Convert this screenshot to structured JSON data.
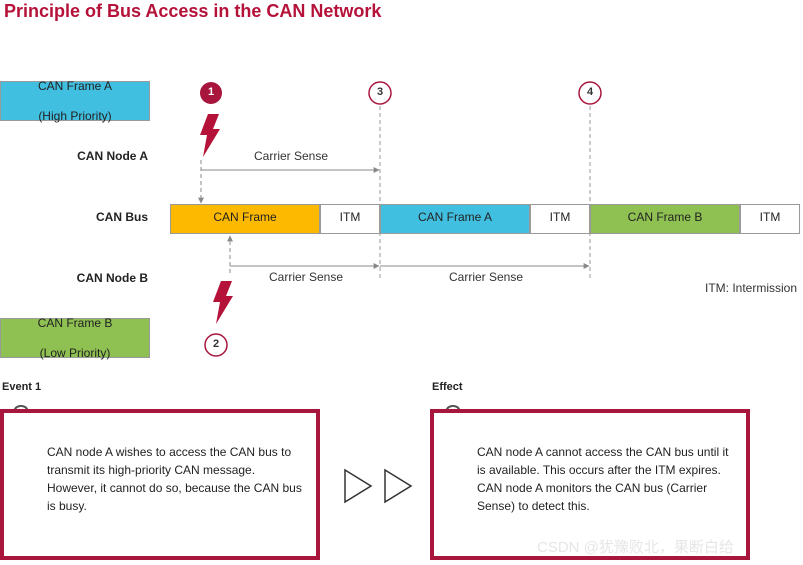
{
  "title": "Principle of Bus Access in the CAN Network",
  "frame_a": {
    "line1": "CAN Frame A",
    "line2": "(High Priority)"
  },
  "frame_b": {
    "line1": "CAN Frame B",
    "line2": "(Low Priority)"
  },
  "rows": {
    "node_a": "CAN Node A",
    "bus": "CAN Bus",
    "node_b": "CAN Node B"
  },
  "markers": {
    "m1": "1",
    "m2": "2",
    "m3": "3",
    "m4": "4"
  },
  "bus_segments": {
    "s1": "CAN Frame",
    "s2": "ITM",
    "s3": "CAN Frame A",
    "s4": "ITM",
    "s5": "CAN Frame B",
    "s6": "ITM"
  },
  "carrier_sense": {
    "node_a": "Carrier Sense",
    "node_b_1": "Carrier Sense",
    "node_b_2": "Carrier Sense"
  },
  "legend_itm": "ITM: Intermission",
  "event": {
    "label": "Event 1",
    "text": "CAN node A wishes to access the CAN bus to transmit its high-priority CAN message. However, it cannot do so, because the CAN bus is busy."
  },
  "effect": {
    "label": "Effect",
    "text": "CAN node A cannot access the CAN bus until it is available. This occurs after the ITM expires. CAN node A monitors the CAN bus (Carrier Sense) to detect this."
  },
  "watermark": "CSDN @犹豫败北，果断白给",
  "colors": {
    "accent": "#b5123a",
    "frame_blue": "#41bfe0",
    "frame_green": "#8fc152",
    "frame_orange": "#fdb900",
    "box_border": "#a8163d"
  },
  "icons": [
    "lightning-icon",
    "paperclip-icon",
    "play-arrow-icon"
  ]
}
